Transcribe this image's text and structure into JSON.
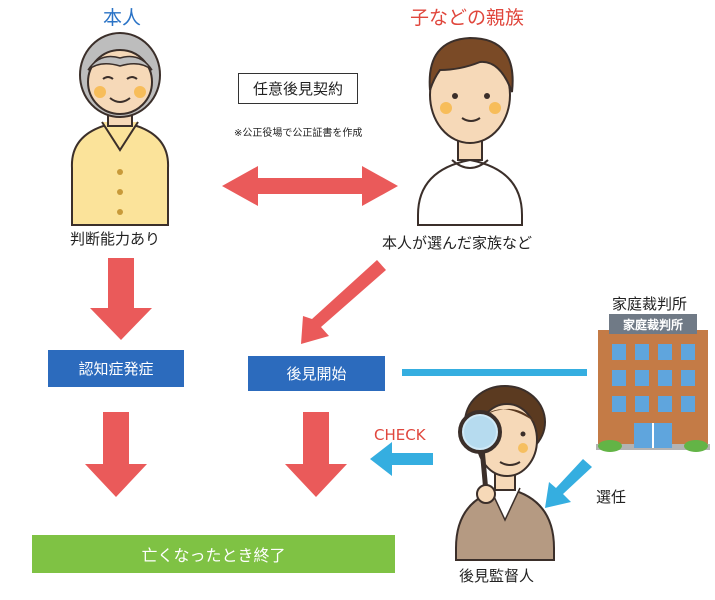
{
  "principal": {
    "title": "本人",
    "status": "判断能力あり"
  },
  "relative": {
    "title": "子などの親族",
    "caption": "本人が選んだ家族など"
  },
  "contract": {
    "label": "任意後見契約",
    "note": "※公正役場で公正証書を作成"
  },
  "court": {
    "title": "家庭裁判所",
    "sign": "家庭裁判所"
  },
  "steps": {
    "dementia": "認知症発症",
    "guardianship_start": "後見開始",
    "end": "亡くなったとき終了"
  },
  "supervisor": {
    "check": "CHECK",
    "appoint": "選任",
    "label": "後見監督人"
  },
  "colors": {
    "red_arrow": "#ea5a5a",
    "blue_arrow": "#35aee0",
    "blue_box": "#2c6bbd",
    "green_box": "#7fc244"
  }
}
